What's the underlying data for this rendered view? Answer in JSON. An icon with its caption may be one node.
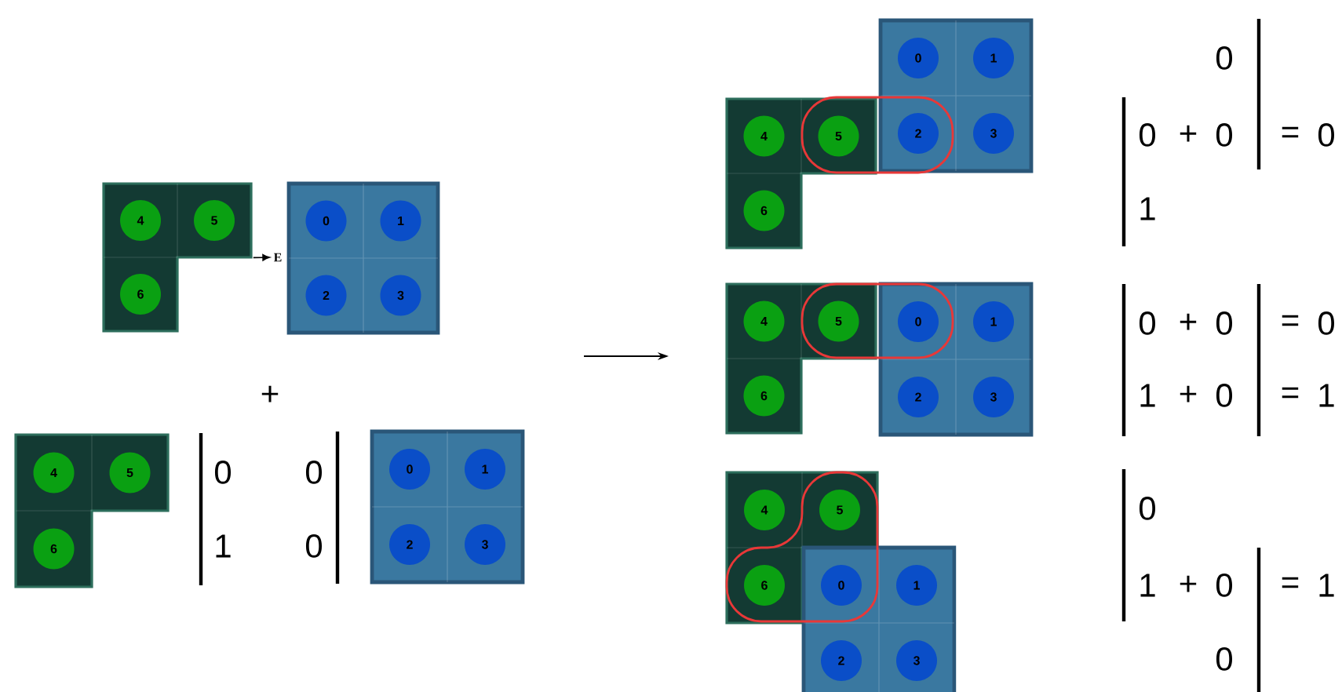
{
  "diagram": {
    "nodes": [
      {
        "text": [],
        "shape": "box"
      },
      {
        "text": [
          "4"
        ],
        "in": 0
      },
      {
        "text": [
          "5"
        ],
        "in": 0
      },
      {
        "text": [
          "6"
        ],
        "in": 0
      },
      {
        "text": [],
        "shape": "box"
      },
      {
        "text": [
          "0"
        ],
        "in": 4
      },
      {
        "text": [
          "1"
        ],
        "in": 4
      },
      {
        "text": [
          "2"
        ],
        "in": 4
      },
      {
        "text": [
          "3"
        ],
        "in": 4
      },
      {
        "text": [
          "E"
        ]
      },
      {
        "text": [],
        "shape": "box"
      },
      {
        "text": [
          "4"
        ],
        "in": 10
      },
      {
        "text": [
          "5"
        ],
        "in": 10
      },
      {
        "text": [
          "6"
        ],
        "in": 10
      },
      {
        "text": [],
        "shape": "box"
      },
      {
        "text": [
          "0"
        ],
        "in": 14
      },
      {
        "text": [
          "1"
        ],
        "in": 14
      },
      {
        "text": [
          "2"
        ],
        "in": 14
      },
      {
        "text": [
          "3"
        ],
        "in": 14
      },
      {
        "text": [],
        "shape": "box"
      },
      {
        "text": [
          "4"
        ],
        "in": 19
      },
      {
        "text": [
          "5"
        ],
        "in": 19
      },
      {
        "text": [
          "6"
        ],
        "in": 19
      },
      {
        "text": [],
        "shape": "box"
      },
      {
        "text": [
          "0"
        ],
        "in": 23
      },
      {
        "text": [
          "1"
        ],
        "in": 23
      },
      {
        "text": [
          "2"
        ],
        "in": 23
      },
      {
        "text": [
          "3"
        ],
        "in": 23
      },
      {
        "text": [],
        "shape": "box"
      },
      {
        "text": [
          "4"
        ],
        "in": 28
      },
      {
        "text": [
          "5"
        ],
        "in": 28
      },
      {
        "text": [
          "6"
        ],
        "in": 28
      },
      {
        "text": [],
        "shape": "box"
      },
      {
        "text": [
          "0"
        ],
        "in": 32
      },
      {
        "text": [
          "1"
        ],
        "in": 32
      },
      {
        "text": [
          "2"
        ],
        "in": 32
      },
      {
        "text": [
          "3"
        ],
        "in": 32
      },
      {
        "text": [],
        "shape": "box"
      },
      {
        "text": [
          "4"
        ],
        "in": 37
      },
      {
        "text": [
          "5"
        ],
        "in": 37
      },
      {
        "text": [
          "6"
        ],
        "in": 37
      },
      {
        "text": [],
        "shape": "box"
      },
      {
        "text": [
          "0"
        ],
        "in": 41
      },
      {
        "text": [
          "1"
        ],
        "in": 41
      },
      {
        "text": [
          "2"
        ],
        "in": 41
      },
      {
        "text": [
          "3"
        ],
        "in": 41
      }
    ],
    "edges": [
      {
        "from": 0,
        "to": 9,
        "arrow": "to"
      }
    ],
    "labels": [
      "+",
      "0",
      "0",
      "1",
      "0",
      "0",
      "0",
      "+",
      "0",
      "=",
      "0",
      "1",
      "0",
      "+",
      "0",
      "=",
      "0",
      "1",
      "+",
      "0",
      "=",
      "1",
      "0",
      "1",
      "+",
      "0",
      "=",
      "1",
      "0"
    ]
  }
}
